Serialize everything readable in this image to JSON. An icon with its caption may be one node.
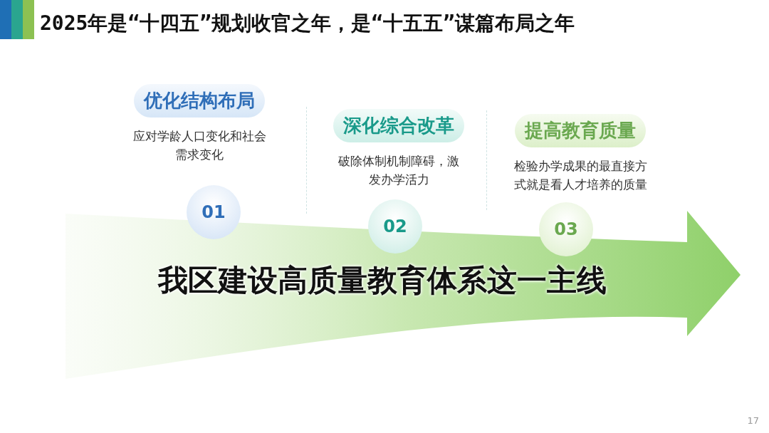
{
  "diagram": {
    "title": "2025年是“十四五”规划收官之年，是“十五五”谋篇布局之年",
    "nodes": [
      {
        "text": [
          "优化结构布局"
        ],
        "beside": [
          "应对学龄人口变化和社会需求变化"
        ]
      },
      {
        "text": [
          "01"
        ]
      },
      {
        "text": [
          "深化综合改革"
        ],
        "beside": [
          "破除体制机制障碍，激发办学活力"
        ]
      },
      {
        "text": [
          "02"
        ]
      },
      {
        "text": [
          "提高教育质量"
        ],
        "beside": [
          "检验办学成果的最直接方式就是看人才培养的质量"
        ]
      },
      {
        "text": [
          "03"
        ]
      },
      {
        "text": [
          "我区建设高质量教育体系这一主线"
        ]
      }
    ],
    "labels": [
      "17"
    ]
  }
}
